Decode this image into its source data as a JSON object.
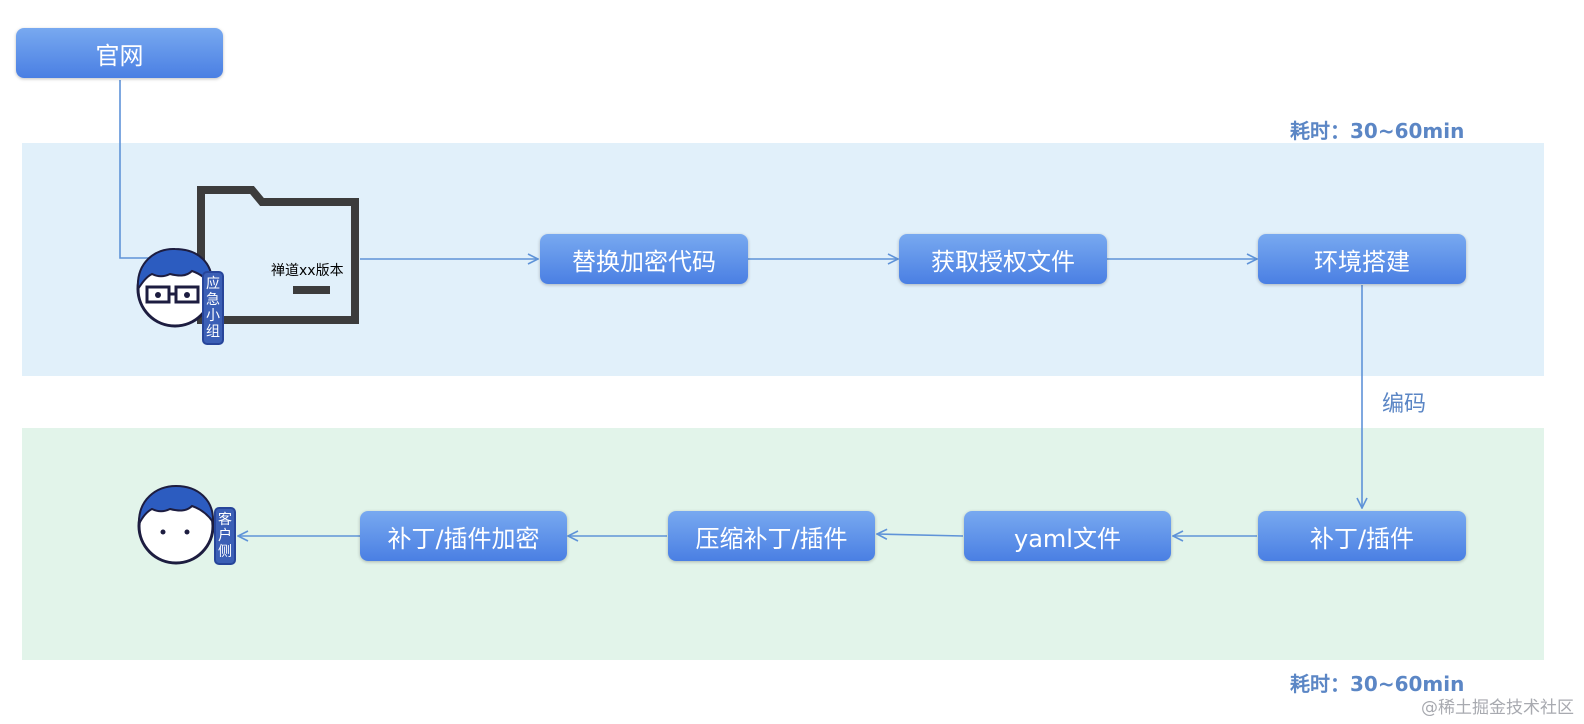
{
  "nodes": {
    "official_site": "官网",
    "replace_encryption": "替换加密代码",
    "get_license": "获取授权文件",
    "env_setup": "环境搭建",
    "patch_plugin": "补丁/插件",
    "yaml_file": "yaml文件",
    "compress_patch": "压缩补丁/插件",
    "encrypt_patch": "补丁/插件加密"
  },
  "folder_label": "禅道xx版本",
  "actors": {
    "emergency_team": "应急小组",
    "customer": "客户侧"
  },
  "edge_label_encode": "编码",
  "time_top": "耗时：30~60min",
  "time_bottom": "耗时：30~60min",
  "watermark": "@稀土掘金技术社区",
  "colors": {
    "node_fill": "#5a8fe8",
    "top_band": "#e1f0fa",
    "bottom_band": "#e2f4ea",
    "arrow": "#5f93d8",
    "note_text": "#5b86c5"
  }
}
